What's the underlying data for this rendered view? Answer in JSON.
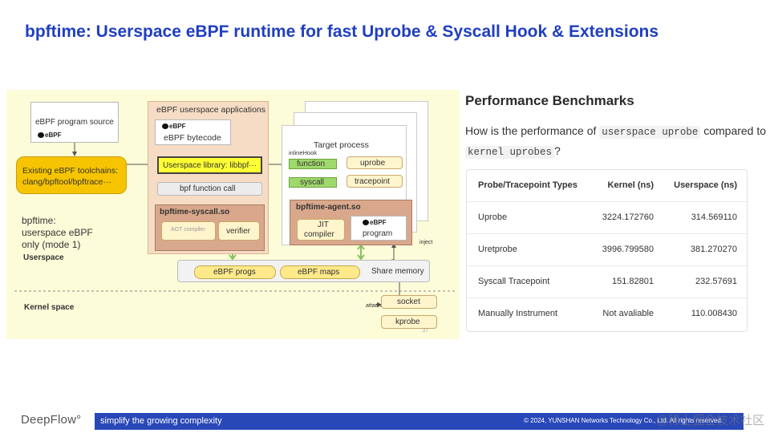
{
  "slide": {
    "title": "bpftime: Userspace eBPF runtime for fast Uprobe & Syscall Hook & Extensions"
  },
  "diagram": {
    "ebpf_source": "eBPF program source",
    "ebpf_logo": "eBPF",
    "toolchains_line1": "Existing eBPF toolchains:",
    "toolchains_line2": "clang/bpftool/bpftrace···",
    "apps_title": "eBPF userspace applications",
    "bytecode": "eBPF bytecode",
    "userspace_library": "Userspace library: libbpf···",
    "bpf_function_call": "bpf function call",
    "syscall_so": "bpftime-syscall.so",
    "aot_compiler": "AOT compiler",
    "verifier": "verifier",
    "bpftime_mode_line1": "bpftime:",
    "bpftime_mode_line2": "userspace eBPF",
    "bpftime_mode_line3": "only (mode 1)",
    "userspace_label": "Userspace",
    "target_process": "Target process",
    "inline_hook": "inlineHook",
    "function": "function",
    "uprobe": "uprobe",
    "syscall": "syscall",
    "tracepoint": "tracepoint",
    "agent_so": "bpftime-agent.so",
    "jit_line1": "JIT",
    "jit_line2": "compiler",
    "program": "program",
    "inject": "inject",
    "ebpf_progs": "eBPF progs",
    "ebpf_maps": "eBPF maps",
    "share_memory": "Share memory",
    "kernel_space": "Kernel space",
    "attach": "attach",
    "socket": "socket",
    "kprobe": "kprobe",
    "page_number": "27"
  },
  "benchmarks": {
    "title": "Performance Benchmarks",
    "question_prefix": "How is the performance of ",
    "question_code1": "userspace uprobe",
    "question_middle": " compared to",
    "question_code2": "kernel uprobes",
    "question_suffix": "?",
    "headers": [
      "Probe/Tracepoint Types",
      "Kernel (ns)",
      "Userspace (ns)"
    ],
    "rows": [
      [
        "Uprobe",
        "3224.172760",
        "314.569110"
      ],
      [
        "Uretprobe",
        "3996.799580",
        "381.270270"
      ],
      [
        "Syscall Tracepoint",
        "151.82801",
        "232.57691"
      ],
      [
        "Manually Instrument",
        "Not avaliable",
        "110.008430"
      ]
    ]
  },
  "footer": {
    "logo": "DeepFlow°",
    "tagline": "simplify the growing complexity",
    "copyright": "© 2024, YUNSHAN Networks Technology Co., Ltd.  All rights reserved.",
    "watermark": "@稀土掘金技术社区"
  },
  "colors": {
    "title_blue": "#1f3fbf",
    "footer_blue": "#2948b8",
    "diagram_bg": "#fcfcd9"
  }
}
